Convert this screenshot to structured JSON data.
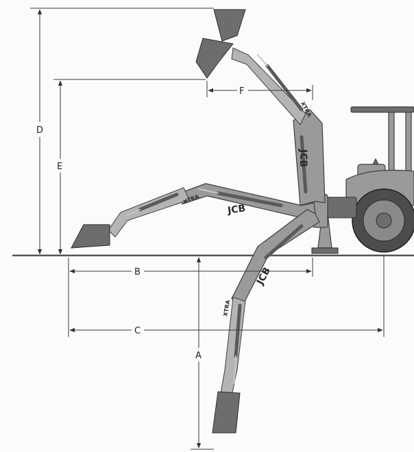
{
  "diagram": {
    "dimensions": {
      "A": "A",
      "B": "B",
      "C": "C",
      "D": "D",
      "E": "E",
      "F": "F"
    },
    "brand": "JCB",
    "model": "XTRA"
  }
}
